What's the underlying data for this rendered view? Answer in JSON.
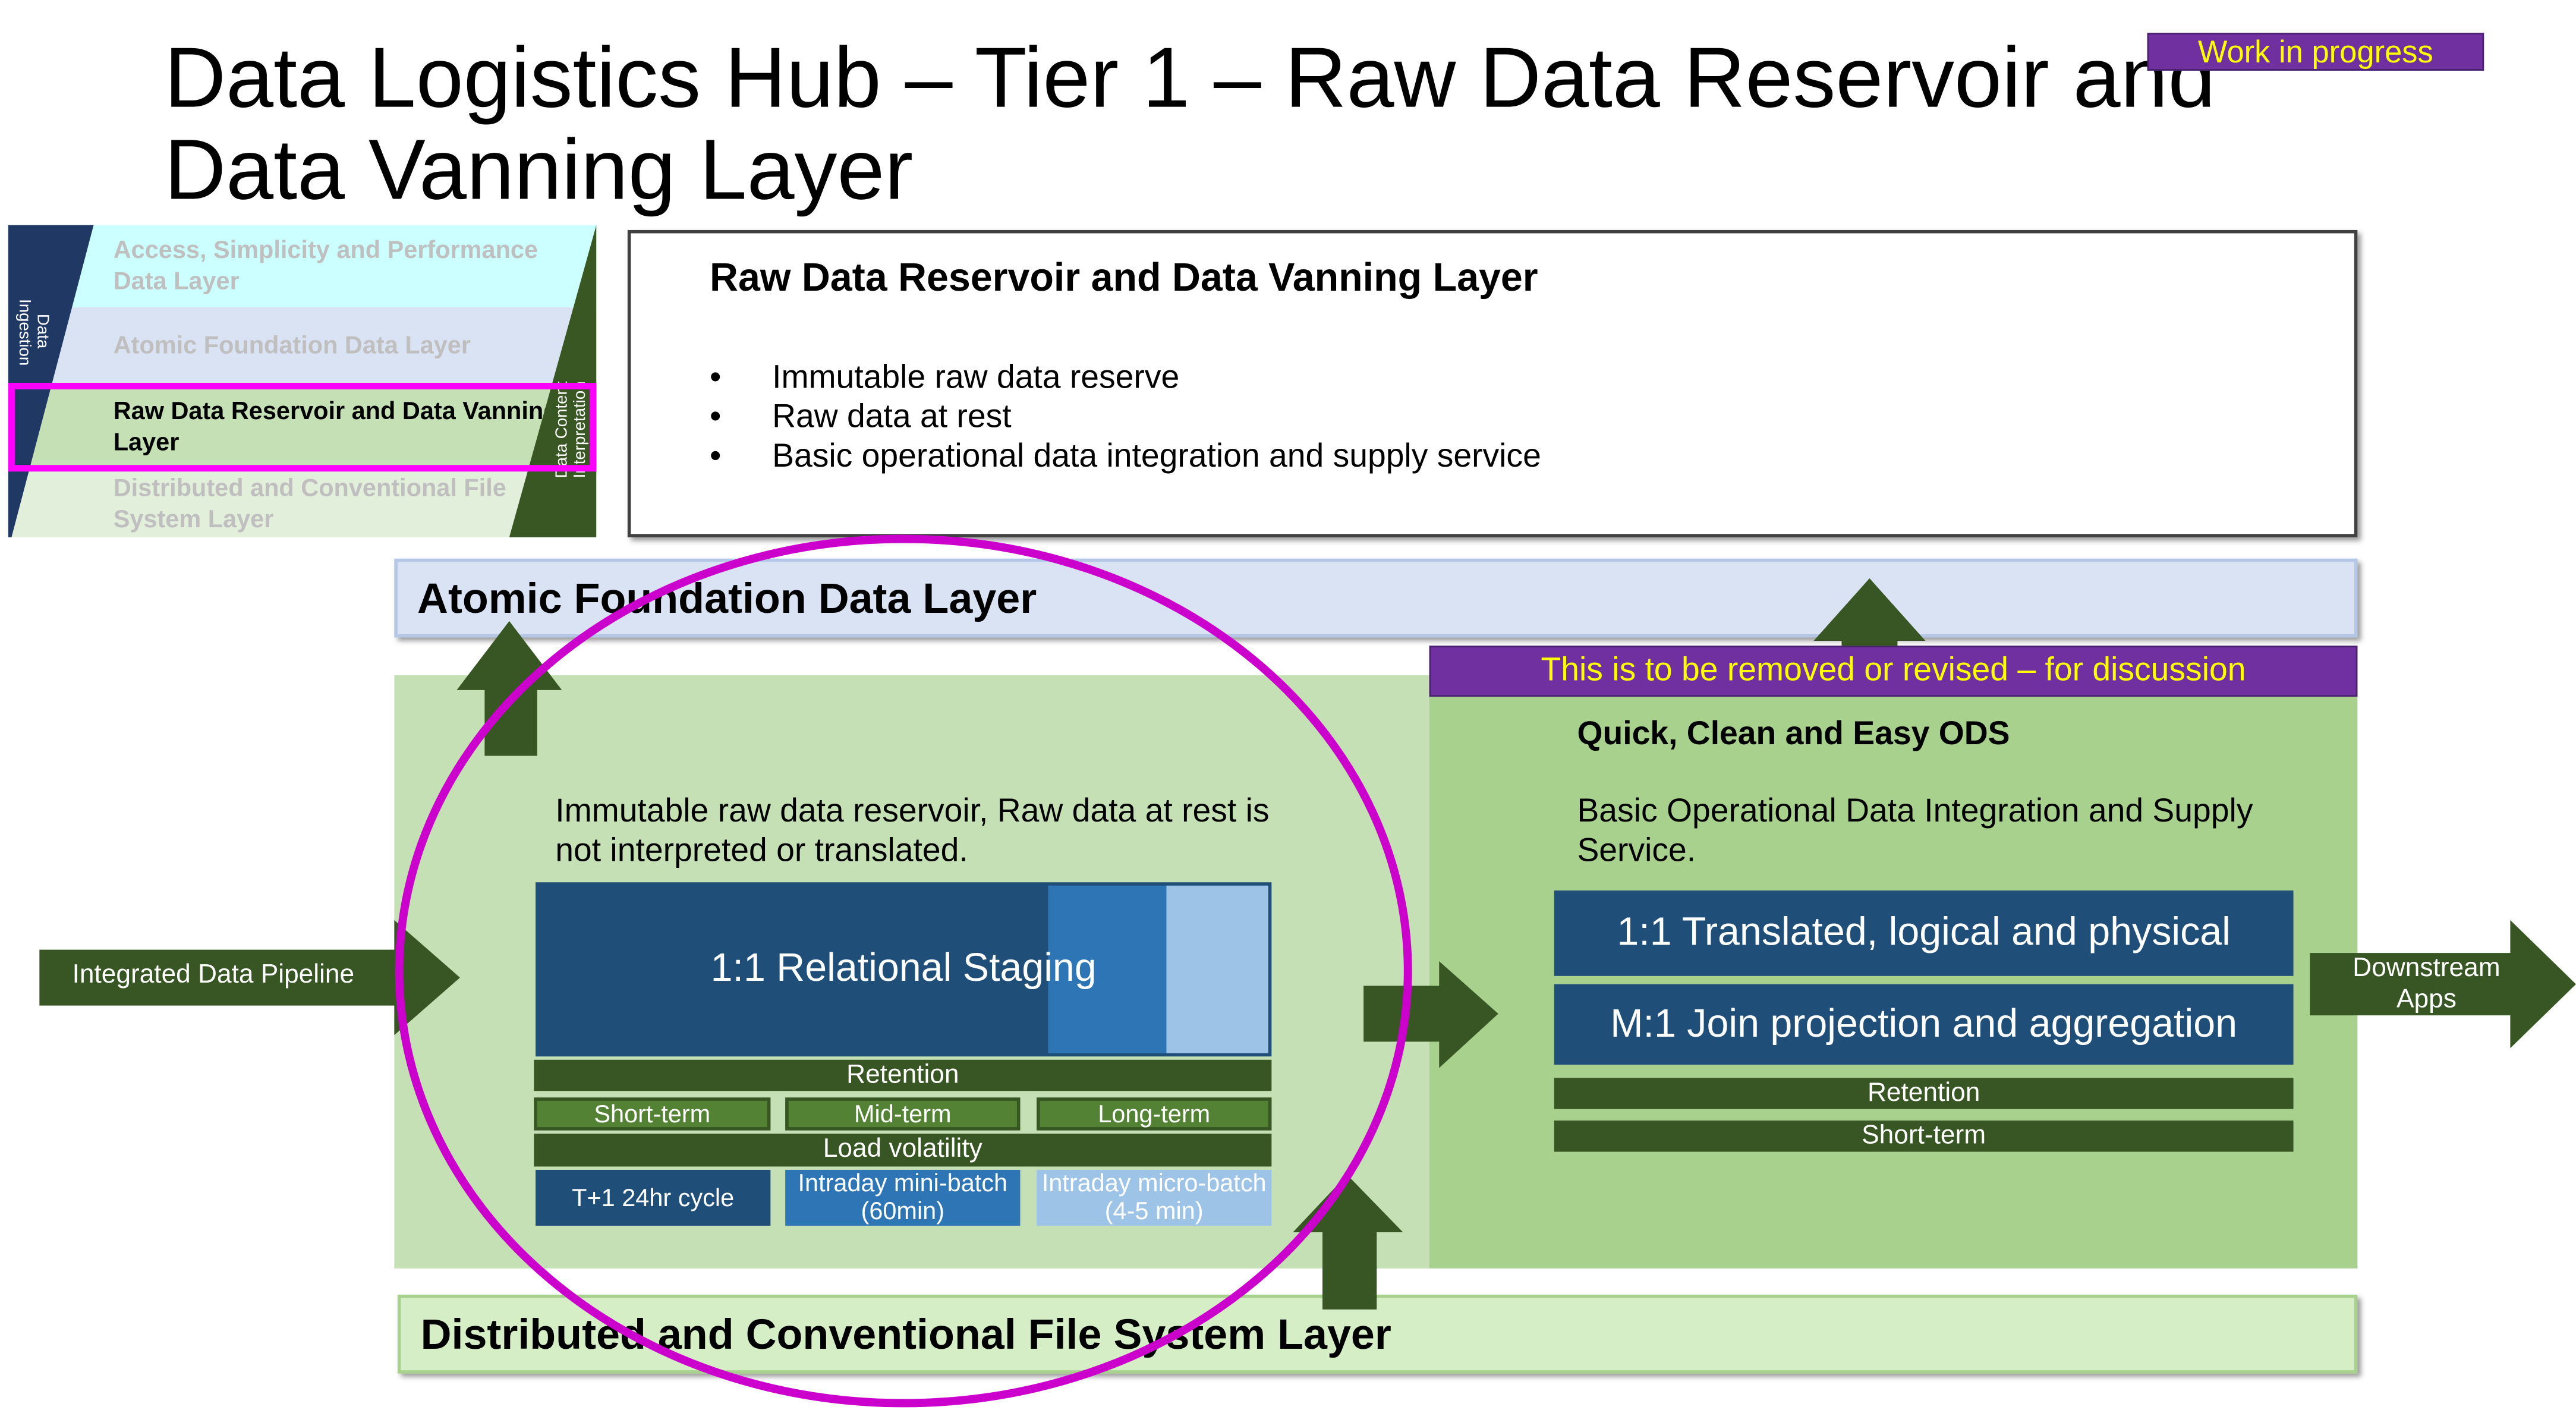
{
  "title": {
    "line1": "Data Logistics Hub – Tier 1 – Raw Data Reservoir and",
    "line2": "Data Vanning Layer"
  },
  "badge": "Work in progress",
  "pyramid": {
    "left_label": "Data Ingestion",
    "right_label": "Data Content Interpretation",
    "layers": [
      {
        "label": "Access, Simplicity and Performance Data Layer",
        "highlighted": false
      },
      {
        "label": "Atomic Foundation Data Layer",
        "highlighted": false
      },
      {
        "label": "Raw Data Reservoir and Data Vanning Layer",
        "highlighted": true
      },
      {
        "label": "Distributed and Conventional File System Layer",
        "highlighted": false
      }
    ],
    "highlight_color": "#ff00ff"
  },
  "summary": {
    "heading": "Raw Data Reservoir and Data Vanning Layer",
    "bullets": [
      "Immutable raw data reserve",
      "Raw data at rest",
      "Basic operational data integration and supply service"
    ]
  },
  "atomic_layer": "Atomic Foundation Data Layer",
  "file_system_layer": "Distributed and Conventional File System Layer",
  "discussion_banner": "This is to be removed or revised – for discussion",
  "reservoir": {
    "description": "Immutable raw data reservoir, Raw data at rest is not interpreted or translated.",
    "staging": "1:1 Relational Staging",
    "retention": "Retention",
    "retention_options": [
      "Short-term",
      "Mid-term",
      "Long-term"
    ],
    "load_volatility": "Load volatility",
    "load_options": [
      "T+1 24hr cycle",
      "Intraday mini-batch (60min)",
      "Intraday micro-batch (4-5 min)"
    ]
  },
  "ods": {
    "heading": "Quick, Clean and Easy ODS",
    "description": "Basic Operational Data Integration and Supply Service.",
    "box1": "1:1 Translated, logical and physical",
    "box2": "M:1 Join projection and aggregation",
    "retention": "Retention",
    "retention_value": "Short-term"
  },
  "arrows": {
    "input": "Integrated Data Pipeline",
    "output": "Downstream Apps"
  },
  "colors": {
    "dark_blue": "#1f4e79",
    "mid_blue": "#2e75b6",
    "light_blue": "#9dc3e6",
    "dark_green": "#375623",
    "mid_green": "#548235",
    "purple": "#7030a0",
    "yellow": "#ffff00"
  }
}
